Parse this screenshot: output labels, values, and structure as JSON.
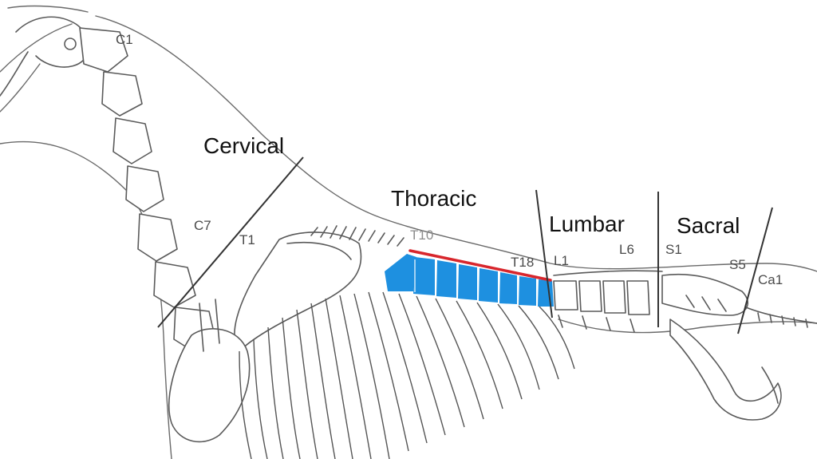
{
  "labels": {
    "cervical": "Cervical",
    "thoracic": "Thoracic",
    "lumbar": "Lumbar",
    "sacral": "Sacral",
    "c1": "C1",
    "c7": "C7",
    "t1": "T1",
    "t10": "T10",
    "t18": "T18",
    "l1": "L1",
    "l6": "L6",
    "s1": "S1",
    "s5": "S5",
    "ca1": "Ca1"
  },
  "colors": {
    "highlight_vertebrae": "#1e90e0",
    "highlight_line": "#d8262c",
    "divider_line": "#333333"
  }
}
